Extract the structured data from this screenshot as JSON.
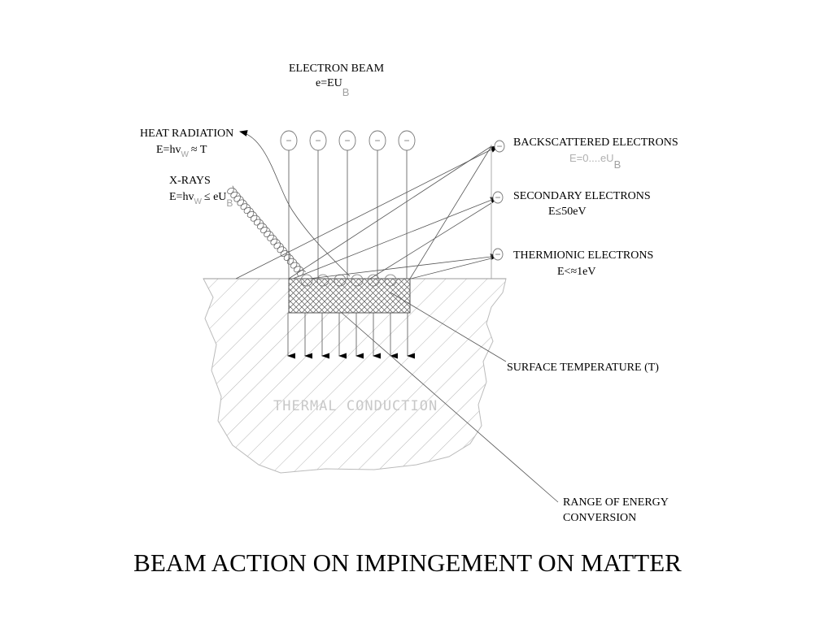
{
  "title": "BEAM ACTION ON IMPINGEMENT ON MATTER",
  "electron_beam": {
    "label": "ELECTRON BEAM",
    "energy": "e=EU",
    "energy_sub": "B",
    "electron_symbol": "−"
  },
  "heat_radiation": {
    "label": "HEAT RADIATION",
    "energy": "E=hv",
    "energy_sub": "W",
    "energy_rel": "≈  T"
  },
  "x_rays": {
    "label": "X-RAYS",
    "energy": "E=hv",
    "energy_sub": "W",
    "energy_rel": "≤ eU",
    "energy_rel_sub": "B"
  },
  "backscattered": {
    "label": "BACKSCATTERED ELECTRONS",
    "energy": "E=0....eU",
    "energy_sub": "B"
  },
  "secondary": {
    "label": "SECONDARY ELECTRONS",
    "energy": "E≤50eV"
  },
  "thermionic": {
    "label": "THERMIONIC ELECTRONS",
    "energy": "E<≈1eV"
  },
  "surface_temperature": {
    "label": "SURFACE TEMPERATURE (T)"
  },
  "thermal_conduction": {
    "label": "THERMAL  CONDUCTION"
  },
  "range": {
    "line1": "RANGE OF ENERGY",
    "line2": "CONVERSION"
  },
  "colors": {
    "ink": "#000000",
    "line": "#555555",
    "hatch": "#b5b5b5",
    "faint": "#b0b0b0"
  }
}
